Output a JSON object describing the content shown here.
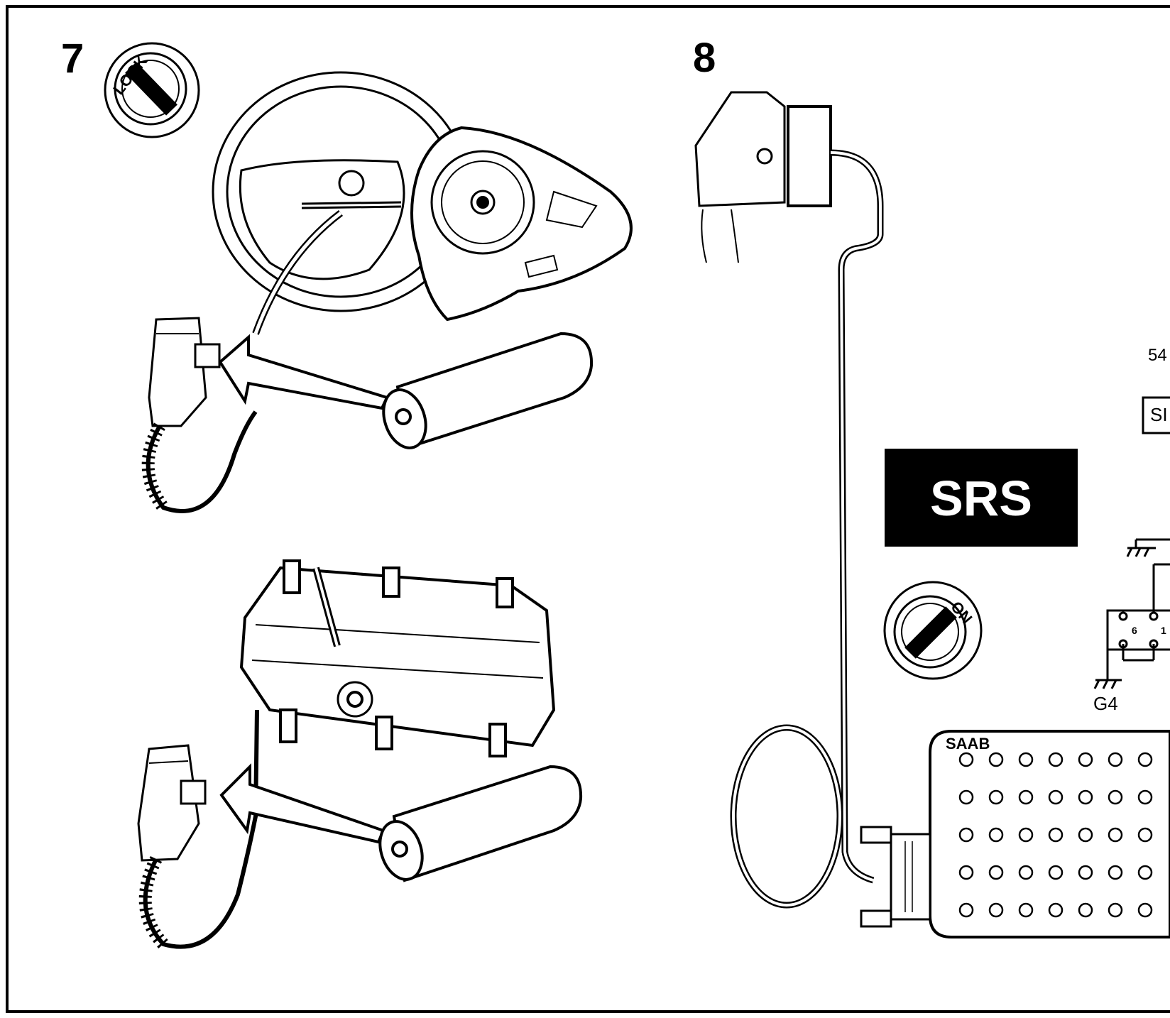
{
  "panels": {
    "left": {
      "step_number": "7"
    },
    "right": {
      "step_number": "8"
    }
  },
  "ignition": {
    "lock_label": "LOCK",
    "on_label": "ON"
  },
  "srs_badge": {
    "label": "SRS"
  },
  "wiring": {
    "label_54": "54",
    "label_box": "SI",
    "pin_6": "6",
    "pin_1": "1",
    "ground_label": "G4"
  },
  "tester": {
    "brand": "SAAB",
    "socket_rows": 5,
    "socket_cols": 7
  },
  "colors": {
    "ink": "#000000",
    "paper": "#ffffff"
  }
}
